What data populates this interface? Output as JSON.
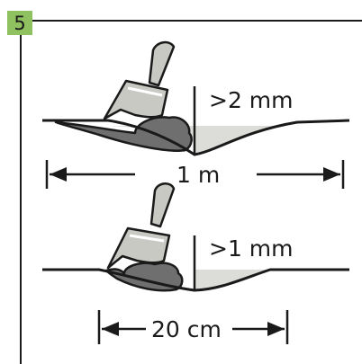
{
  "step": {
    "number": "5"
  },
  "top_diagram": {
    "depth_label": ">2 mm",
    "width_label": "1 m"
  },
  "bottom_diagram": {
    "depth_label": ">1 mm",
    "width_label": "20 cm"
  },
  "colors": {
    "badge": "#8fc161",
    "line": "#1a1a1a",
    "soil": "#6f6f6f",
    "hollow": "#dcdcd8",
    "scoop": "#c9c9c3"
  },
  "icons": [
    "scoop-icon"
  ]
}
